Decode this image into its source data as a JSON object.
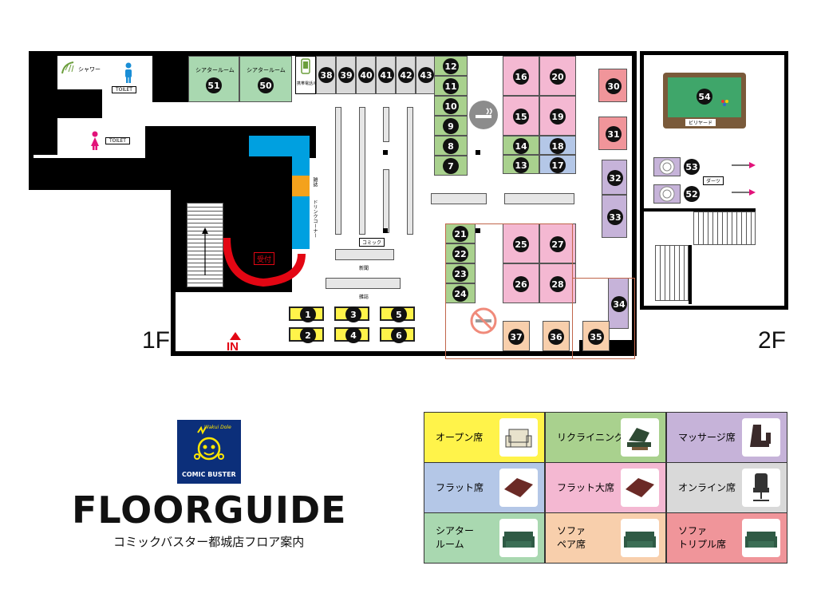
{
  "floors": {
    "f1": "1F",
    "f2": "2F"
  },
  "entrance": "IN",
  "labels": {
    "shower": "シャワー",
    "toilet_men": "TOILET",
    "toilet_women": "TOILET",
    "theater": "シアタールーム",
    "smartphone_room": "携帯電話ルーム",
    "magazine": "雑誌",
    "drink_corner": "ドリンクコーナー",
    "reception": "受付",
    "comic": "コミック",
    "newspaper": "新聞",
    "mini": "雑誌",
    "billiards": "ビリヤード",
    "darts": "ダーツ"
  },
  "seat_numbers": {
    "theater": [
      "51",
      "50"
    ],
    "top_row": [
      "38",
      "39",
      "40",
      "41",
      "42",
      "43"
    ],
    "recliner_col": [
      "12",
      "11",
      "10",
      "9",
      "8",
      "7"
    ],
    "big_flat_upper": [
      "16",
      "20",
      "15",
      "19"
    ],
    "mid_small": [
      "14",
      "18",
      "13",
      "17"
    ],
    "triple": [
      "30",
      "31"
    ],
    "massage_right": [
      "32",
      "33"
    ],
    "recliner_col2": [
      "21",
      "22",
      "23",
      "24"
    ],
    "big_flat_lower": [
      "25",
      "27",
      "26",
      "28"
    ],
    "online": [
      "34"
    ],
    "pair": [
      "37",
      "36",
      "35"
    ],
    "open_top": [
      "1",
      "3",
      "5"
    ],
    "open_bottom": [
      "2",
      "4",
      "6"
    ],
    "billiards": "54",
    "darts": [
      "53",
      "52"
    ]
  },
  "brand": {
    "logo_text": "COMIC BUSTER",
    "tagline": "Wakui Dole"
  },
  "title": "FLOORGUIDE",
  "subtitle": "コミックバスター都城店フロア案内",
  "legend": [
    {
      "label": "オープン席",
      "color": "#fff34a",
      "icon": "armchair-icon"
    },
    {
      "label": "リクライニング席",
      "color": "#a9d18e",
      "icon": "recliner-icon"
    },
    {
      "label": "マッサージ席",
      "color": "#c6b3d9",
      "icon": "massage-chair-icon"
    },
    {
      "label": "フラット席",
      "color": "#b4c7e7",
      "icon": "flat-mat-icon"
    },
    {
      "label": "フラット大席",
      "color": "#f4b8d2",
      "icon": "flat-mat-icon"
    },
    {
      "label": "オンライン席",
      "color": "#d9d9d9",
      "icon": "office-chair-icon"
    },
    {
      "label": "シアター\nルーム",
      "color": "#a9d8b0",
      "icon": "sofa-icon"
    },
    {
      "label": "ソファ\nペア席",
      "color": "#f8cfac",
      "icon": "sofa-icon"
    },
    {
      "label": "ソファ\nトリプル席",
      "color": "#f0959a",
      "icon": "sofa-icon"
    }
  ]
}
